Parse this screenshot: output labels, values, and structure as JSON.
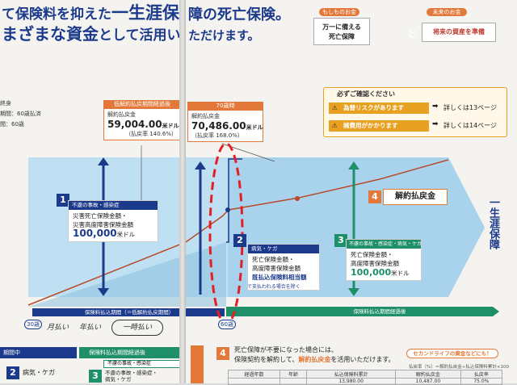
{
  "headline": {
    "line1_left": "て保険料を抑えた",
    "line1_em": "一生涯保",
    "line1_right": "障の死亡保険。",
    "line2_left_em": "まざまな資金",
    "line2_left": "として活用い",
    "line2_right": "ただけます。"
  },
  "tags": {
    "current_tag": "もしものお金",
    "current_box": "万一に備える\n死亡保障",
    "and": "と",
    "future_tag": "未来のお金",
    "future_box": "将来の資産を準備"
  },
  "left_notes": {
    "line1": "終身",
    "line2": "期間：60歳払済",
    "line3": "間：60歳"
  },
  "low_cv_box": {
    "tab": "低解約払戻期間経過後",
    "label": "解約払戻金",
    "amount": "59,004.00",
    "unit": "米ドル",
    "rate": "（払戻率 140.6%）"
  },
  "age70_box": {
    "tab": "70歳時",
    "label": "解約払戻金",
    "amount": "70,486.00",
    "unit": "米ドル",
    "rate": "（払戻率 168.0%）"
  },
  "notice": {
    "title": "必ずご確認ください",
    "row1": "為替リスクがあります",
    "row1_arrow": "➡",
    "row1_link": "詳しくは13ページ",
    "row2": "諸費用がかかります",
    "row2_arrow": "➡",
    "row2_link": "詳しくは14ページ"
  },
  "panel1": {
    "number": "1",
    "title": "不慮の事故・感染症",
    "line1": "災害死亡保険金額・",
    "line2": "災害高度障害保険金額",
    "amount": "100,000",
    "unit": "米ドル"
  },
  "panel2": {
    "number": "2",
    "title": "病気・ケガ",
    "line1": "死亡保険金額・",
    "line2": "高度障害保険金額",
    "line3": "既払込保険料相当額",
    "note": "で支払われる場合を除く"
  },
  "panel3": {
    "number": "3",
    "title": "不慮の事故・感染症・病気・ケガ",
    "line1": "死亡保険金額・",
    "line2": "高度障害保険金額",
    "amount": "100,000",
    "unit": "米ドル"
  },
  "panel4": {
    "number": "4",
    "label": "解約払戻金"
  },
  "vertical_text": "一生涯保障",
  "timeline": {
    "left_band": "保険料払込期間（＝低解約払戻期間）",
    "right_band": "保険料払込期間経過後",
    "age30": "30歳",
    "age60": "60歳"
  },
  "bottom_left": {
    "header1": "期間中",
    "header2": "保険料払込期間経過後",
    "row_a_num": "2",
    "row_a": "病気・ケガ",
    "row_b_title": "不慮の事故・感染症",
    "row_b_num": "3",
    "row_b": "不慮の事故・感染症・\n病気・ケガ"
  },
  "bottom_right": {
    "number": "4",
    "line1": "死亡保障が不要になった場合には、",
    "line2_pre": "保険契約を解約して、",
    "line2_em": "解約払戻金",
    "line2_post": "を活用いただけます。",
    "badge": "セカンドライフの資金などにも！",
    "table_headers": [
      "経過年数",
      "年齢",
      "払込保険料累計",
      "解約払戻金",
      "払戻率"
    ],
    "table_row": [
      "",
      "",
      "13,980.00",
      "10,487.00",
      "75.0%"
    ],
    "formula": "払戻率（%）＝解約払戻金÷払込保険料累計×100"
  },
  "handwriting": {
    "note1": "月払い",
    "note2": "年払い",
    "note3": "一時払い"
  },
  "colors": {
    "brand_blue": "#1c3a8c",
    "orange": "#e2793a",
    "green": "#1f8f6a",
    "light_blue": "#bfe0f2",
    "red_dashed": "#e31e24"
  }
}
